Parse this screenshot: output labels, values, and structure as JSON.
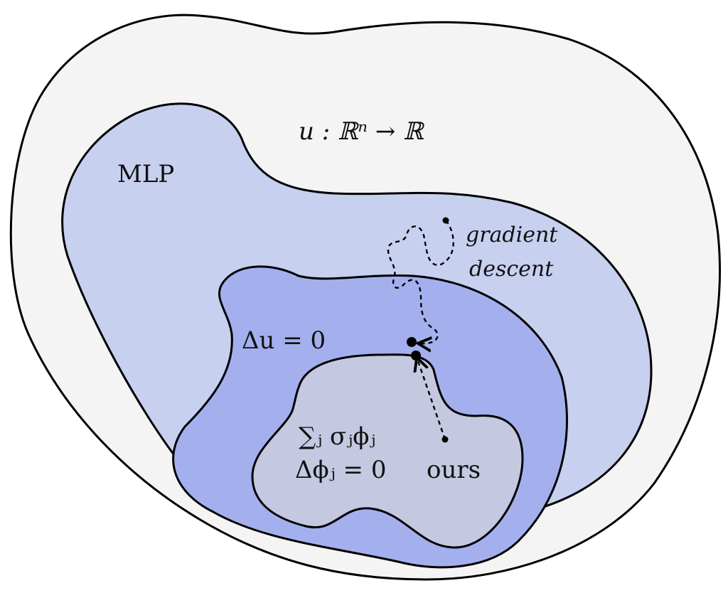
{
  "colors": {
    "function_space": "#f4f4f4",
    "mlp_region": "#c8d0f0",
    "harmonic_region": "#a4b0ee",
    "ours_region": "#c4c8e0",
    "outline": "#000000"
  },
  "labels": {
    "function_space": "u : ℝⁿ → ℝ",
    "mlp": "MLP",
    "gradient_descent_line1": "gradient",
    "gradient_descent_line2": "descent",
    "harmonic": "Δu = 0",
    "ours_sum": "∑ⱼ σⱼϕⱼ",
    "ours_constraint": "Δϕⱼ = 0",
    "ours": "ours"
  }
}
